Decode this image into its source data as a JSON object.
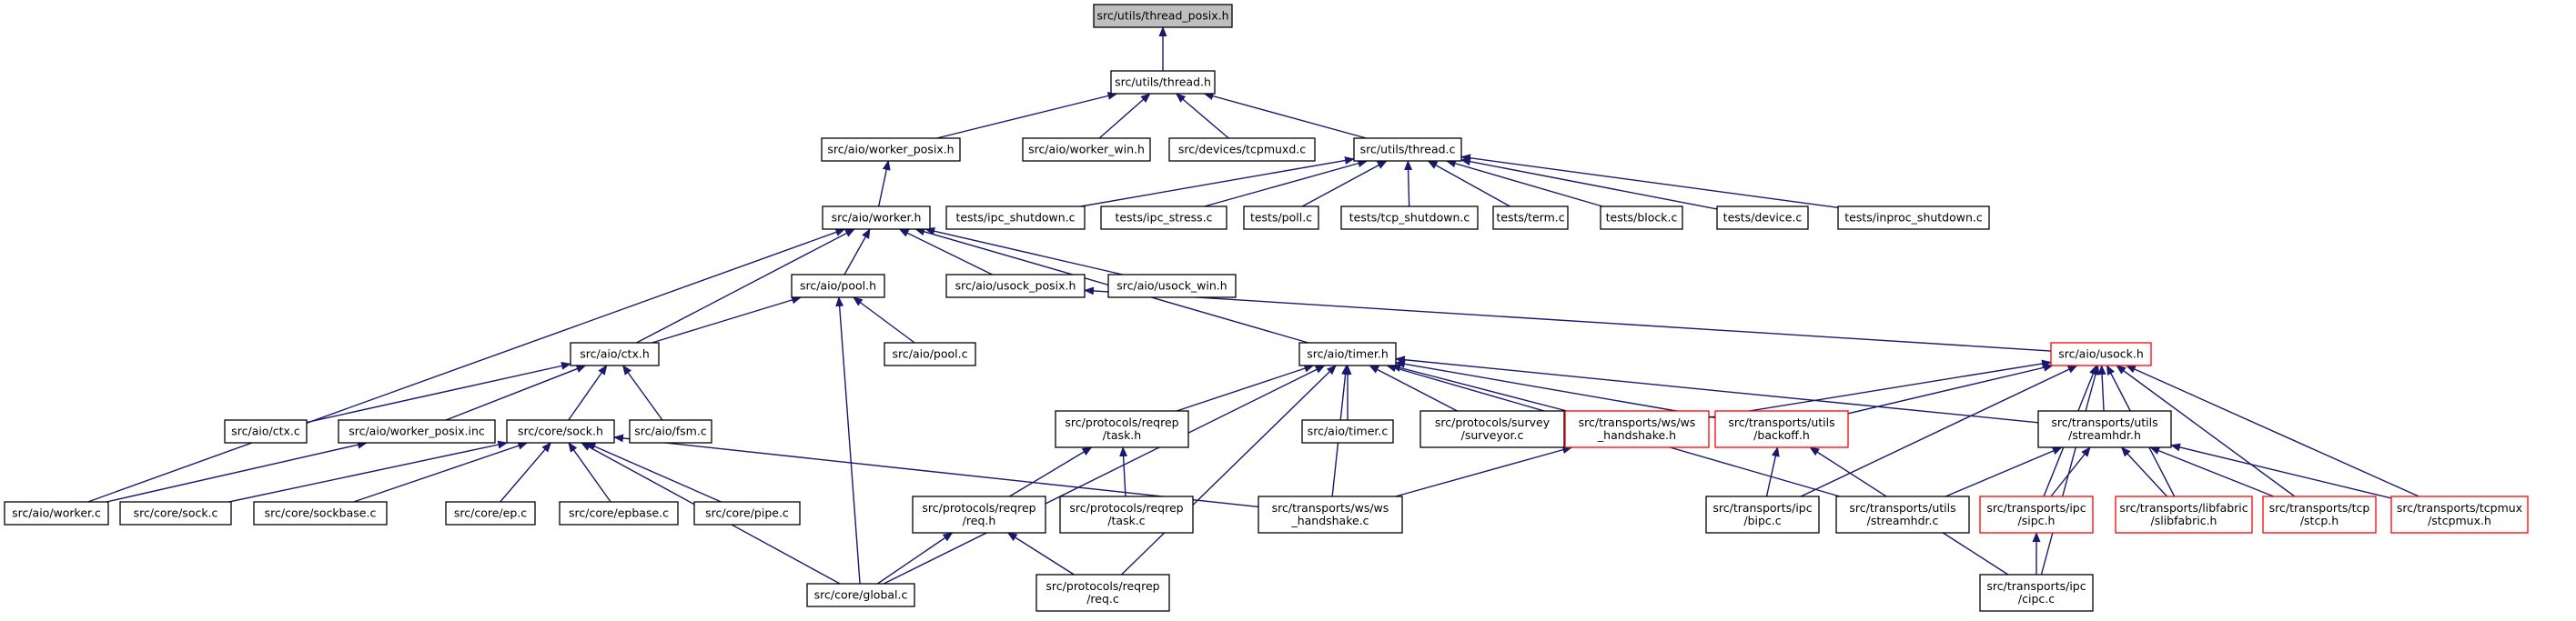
{
  "colors": {
    "edge": "#191970",
    "border_normal": "#000000",
    "border_external": "#ff0000",
    "fill_root": "#bfbfbf",
    "fill_normal": "#ffffff"
  },
  "nodes": [
    {
      "id": "thread_posix_h",
      "lines": [
        "src/utils/thread_posix.h"
      ],
      "kind": "root"
    },
    {
      "id": "thread_h",
      "lines": [
        "src/utils/thread.h"
      ],
      "kind": "normal"
    },
    {
      "id": "worker_posix_h",
      "lines": [
        "src/aio/worker_posix.h"
      ],
      "kind": "normal"
    },
    {
      "id": "worker_win_h",
      "lines": [
        "src/aio/worker_win.h"
      ],
      "kind": "normal"
    },
    {
      "id": "tcpmuxd_c",
      "lines": [
        "src/devices/tcpmuxd.c"
      ],
      "kind": "normal"
    },
    {
      "id": "thread_c",
      "lines": [
        "src/utils/thread.c"
      ],
      "kind": "normal"
    },
    {
      "id": "worker_h",
      "lines": [
        "src/aio/worker.h"
      ],
      "kind": "normal"
    },
    {
      "id": "ipc_shutdown_c",
      "lines": [
        "tests/ipc_shutdown.c"
      ],
      "kind": "normal"
    },
    {
      "id": "ipc_stress_c",
      "lines": [
        "tests/ipc_stress.c"
      ],
      "kind": "normal"
    },
    {
      "id": "poll_c",
      "lines": [
        "tests/poll.c"
      ],
      "kind": "normal"
    },
    {
      "id": "tcp_shutdown_c",
      "lines": [
        "tests/tcp_shutdown.c"
      ],
      "kind": "normal"
    },
    {
      "id": "term_c",
      "lines": [
        "tests/term.c"
      ],
      "kind": "normal"
    },
    {
      "id": "block_c",
      "lines": [
        "tests/block.c"
      ],
      "kind": "normal"
    },
    {
      "id": "device_c",
      "lines": [
        "tests/device.c"
      ],
      "kind": "normal"
    },
    {
      "id": "inproc_shutdown_c",
      "lines": [
        "tests/inproc_shutdown.c"
      ],
      "kind": "normal"
    },
    {
      "id": "pool_h",
      "lines": [
        "src/aio/pool.h"
      ],
      "kind": "normal"
    },
    {
      "id": "usock_posix_h",
      "lines": [
        "src/aio/usock_posix.h"
      ],
      "kind": "normal"
    },
    {
      "id": "usock_win_h",
      "lines": [
        "src/aio/usock_win.h"
      ],
      "kind": "normal"
    },
    {
      "id": "ctx_h",
      "lines": [
        "src/aio/ctx.h"
      ],
      "kind": "normal"
    },
    {
      "id": "pool_c",
      "lines": [
        "src/aio/pool.c"
      ],
      "kind": "normal"
    },
    {
      "id": "timer_h",
      "lines": [
        "src/aio/timer.h"
      ],
      "kind": "normal"
    },
    {
      "id": "usock_h",
      "lines": [
        "src/aio/usock.h"
      ],
      "kind": "external"
    },
    {
      "id": "ctx_c",
      "lines": [
        "src/aio/ctx.c"
      ],
      "kind": "normal"
    },
    {
      "id": "worker_posix_inc",
      "lines": [
        "src/aio/worker_posix.inc"
      ],
      "kind": "normal"
    },
    {
      "id": "sock_h",
      "lines": [
        "src/core/sock.h"
      ],
      "kind": "normal"
    },
    {
      "id": "fsm_c",
      "lines": [
        "src/aio/fsm.c"
      ],
      "kind": "normal"
    },
    {
      "id": "reqrep_task_h",
      "lines": [
        "src/protocols/reqrep",
        "/task.h"
      ],
      "kind": "normal"
    },
    {
      "id": "timer_c",
      "lines": [
        "src/aio/timer.c"
      ],
      "kind": "normal"
    },
    {
      "id": "surveyor_c",
      "lines": [
        "src/protocols/survey",
        "/surveyor.c"
      ],
      "kind": "normal"
    },
    {
      "id": "ws_handshake_h",
      "lines": [
        "src/transports/ws/ws",
        "_handshake.h"
      ],
      "kind": "external"
    },
    {
      "id": "backoff_h",
      "lines": [
        "src/transports/utils",
        "/backoff.h"
      ],
      "kind": "external"
    },
    {
      "id": "streamhdr_h",
      "lines": [
        "src/transports/utils",
        "/streamhdr.h"
      ],
      "kind": "normal"
    },
    {
      "id": "worker_c",
      "lines": [
        "src/aio/worker.c"
      ],
      "kind": "normal"
    },
    {
      "id": "sock_c",
      "lines": [
        "src/core/sock.c"
      ],
      "kind": "normal"
    },
    {
      "id": "sockbase_c",
      "lines": [
        "src/core/sockbase.c"
      ],
      "kind": "normal"
    },
    {
      "id": "ep_c",
      "lines": [
        "src/core/ep.c"
      ],
      "kind": "normal"
    },
    {
      "id": "epbase_c",
      "lines": [
        "src/core/epbase.c"
      ],
      "kind": "normal"
    },
    {
      "id": "pipe_c",
      "lines": [
        "src/core/pipe.c"
      ],
      "kind": "normal"
    },
    {
      "id": "req_h",
      "lines": [
        "src/protocols/reqrep",
        "/req.h"
      ],
      "kind": "normal"
    },
    {
      "id": "task_c",
      "lines": [
        "src/protocols/reqrep",
        "/task.c"
      ],
      "kind": "normal"
    },
    {
      "id": "ws_handshake_c",
      "lines": [
        "src/transports/ws/ws",
        "_handshake.c"
      ],
      "kind": "normal"
    },
    {
      "id": "bipc_c",
      "lines": [
        "src/transports/ipc",
        "/bipc.c"
      ],
      "kind": "normal"
    },
    {
      "id": "streamhdr_c",
      "lines": [
        "src/transports/utils",
        "/streamhdr.c"
      ],
      "kind": "normal"
    },
    {
      "id": "sipc_h",
      "lines": [
        "src/transports/ipc",
        "/sipc.h"
      ],
      "kind": "external"
    },
    {
      "id": "slibfabric_h",
      "lines": [
        "src/transports/libfabric",
        "/slibfabric.h"
      ],
      "kind": "external"
    },
    {
      "id": "stcp_h",
      "lines": [
        "src/transports/tcp",
        "/stcp.h"
      ],
      "kind": "external"
    },
    {
      "id": "stcpmux_h",
      "lines": [
        "src/transports/tcpmux",
        "/stcpmux.h"
      ],
      "kind": "external"
    },
    {
      "id": "global_c",
      "lines": [
        "src/core/global.c"
      ],
      "kind": "normal"
    },
    {
      "id": "req_c",
      "lines": [
        "src/protocols/reqrep",
        "/req.c"
      ],
      "kind": "normal"
    },
    {
      "id": "cipc_c",
      "lines": [
        "src/transports/ipc",
        "/cipc.c"
      ],
      "kind": "normal"
    }
  ],
  "edges": [
    [
      "thread_h",
      "thread_posix_h"
    ],
    [
      "worker_posix_h",
      "thread_h"
    ],
    [
      "worker_win_h",
      "thread_h"
    ],
    [
      "tcpmuxd_c",
      "thread_h"
    ],
    [
      "thread_c",
      "thread_h"
    ],
    [
      "worker_h",
      "worker_posix_h"
    ],
    [
      "ipc_shutdown_c",
      "thread_c"
    ],
    [
      "ipc_stress_c",
      "thread_c"
    ],
    [
      "poll_c",
      "thread_c"
    ],
    [
      "tcp_shutdown_c",
      "thread_c"
    ],
    [
      "term_c",
      "thread_c"
    ],
    [
      "block_c",
      "thread_c"
    ],
    [
      "device_c",
      "thread_c"
    ],
    [
      "inproc_shutdown_c",
      "thread_c"
    ],
    [
      "pool_h",
      "worker_h"
    ],
    [
      "usock_posix_h",
      "worker_h"
    ],
    [
      "usock_win_h",
      "worker_h"
    ],
    [
      "ctx_h",
      "worker_h"
    ],
    [
      "worker_c",
      "worker_h"
    ],
    [
      "timer_h",
      "worker_h"
    ],
    [
      "ctx_h",
      "pool_h"
    ],
    [
      "pool_c",
      "pool_h"
    ],
    [
      "global_c",
      "pool_h"
    ],
    [
      "usock_h",
      "usock_posix_h"
    ],
    [
      "ctx_c",
      "ctx_h"
    ],
    [
      "worker_posix_inc",
      "ctx_h"
    ],
    [
      "sock_h",
      "ctx_h"
    ],
    [
      "fsm_c",
      "ctx_h"
    ],
    [
      "worker_c",
      "worker_posix_inc"
    ],
    [
      "sock_c",
      "sock_h"
    ],
    [
      "sockbase_c",
      "sock_h"
    ],
    [
      "ep_c",
      "sock_h"
    ],
    [
      "epbase_c",
      "sock_h"
    ],
    [
      "pipe_c",
      "sock_h"
    ],
    [
      "global_c",
      "sock_h"
    ],
    [
      "ws_handshake_c",
      "sock_h"
    ],
    [
      "reqrep_task_h",
      "timer_h"
    ],
    [
      "timer_c",
      "timer_h"
    ],
    [
      "surveyor_c",
      "timer_h"
    ],
    [
      "ws_handshake_h",
      "timer_h"
    ],
    [
      "backoff_h",
      "timer_h"
    ],
    [
      "streamhdr_h",
      "timer_h"
    ],
    [
      "global_c",
      "timer_h"
    ],
    [
      "req_c",
      "timer_h"
    ],
    [
      "ws_handshake_c",
      "timer_h"
    ],
    [
      "streamhdr_c",
      "timer_h"
    ],
    [
      "req_h",
      "reqrep_task_h"
    ],
    [
      "task_c",
      "reqrep_task_h"
    ],
    [
      "global_c",
      "req_h"
    ],
    [
      "req_c",
      "req_h"
    ],
    [
      "ws_handshake_c",
      "ws_handshake_h"
    ],
    [
      "bipc_c",
      "backoff_h"
    ],
    [
      "cipc_c",
      "backoff_h"
    ],
    [
      "ws_handshake_h",
      "usock_h"
    ],
    [
      "backoff_h",
      "usock_h"
    ],
    [
      "streamhdr_h",
      "usock_h"
    ],
    [
      "bipc_c",
      "usock_h"
    ],
    [
      "sipc_h",
      "usock_h"
    ],
    [
      "slibfabric_h",
      "usock_h"
    ],
    [
      "stcp_h",
      "usock_h"
    ],
    [
      "stcpmux_h",
      "usock_h"
    ],
    [
      "cipc_c",
      "usock_h"
    ],
    [
      "streamhdr_c",
      "streamhdr_h"
    ],
    [
      "sipc_h",
      "streamhdr_h"
    ],
    [
      "slibfabric_h",
      "streamhdr_h"
    ],
    [
      "stcp_h",
      "streamhdr_h"
    ],
    [
      "stcpmux_h",
      "streamhdr_h"
    ],
    [
      "cipc_c",
      "sipc_h"
    ]
  ]
}
